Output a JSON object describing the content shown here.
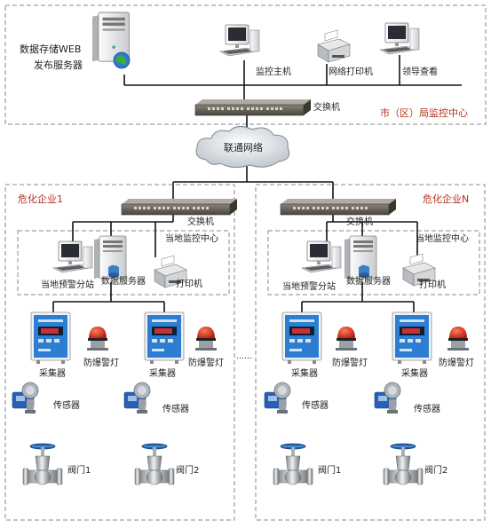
{
  "top": {
    "server_label_line1": "数据存储WEB",
    "server_label_line2": "发布服务器",
    "monitor_host": "监控主机",
    "network_printer": "网络打印机",
    "leader_view": "领导查看",
    "switch": "交换机",
    "center_title": "市（区）局监控中心"
  },
  "network": "联通网络",
  "enterprises": [
    {
      "title": "危化企业1",
      "switch": "交换机",
      "local_center": "当地监控中心",
      "warning_station": "当地预警分站",
      "data_server": "数据服务器",
      "printer": "打印机",
      "collector_a": "采集器",
      "lamp_a": "防爆警灯",
      "collector_b": "采集器",
      "lamp_b": "防爆警灯",
      "sensor_a": "传感器",
      "sensor_b": "传感器",
      "valve_a": "阀门1",
      "valve_b": "阀门2"
    },
    {
      "title": "危化企业N",
      "switch": "交换机",
      "local_center": "当地监控中心",
      "warning_station": "当地预警分站",
      "data_server": "数据服务器",
      "printer": "打印机",
      "collector_a": "采集器",
      "lamp_a": "防爆警灯",
      "collector_b": "采集器",
      "lamp_b": "防爆警灯",
      "sensor_a": "传感器",
      "sensor_b": "传感器",
      "valve_a": "阀门1",
      "valve_b": "阀门2"
    }
  ],
  "ellipsis": "……"
}
